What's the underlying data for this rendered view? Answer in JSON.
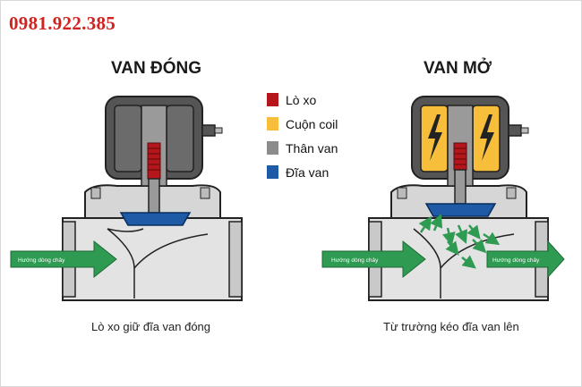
{
  "phone": "0981.922.385",
  "diagrams": {
    "closed": {
      "title": "VAN ĐÓNG",
      "caption": "Lò xo giữ đĩa van đóng",
      "flow_label": "Hướng dòng chảy"
    },
    "open": {
      "title": "VAN MỞ",
      "caption": "Từ trường kéo đĩa van lên",
      "flow_label_in": "Hướng dòng chảy",
      "flow_label_out": "Hướng dòng chảy"
    }
  },
  "legend": [
    {
      "label": "Lò xo",
      "color": "#b4161b"
    },
    {
      "label": "Cuộn coil",
      "color": "#f6be3b"
    },
    {
      "label": "Thân van",
      "color": "#8c8c8c"
    },
    {
      "label": "Đĩa van",
      "color": "#1f5aa6"
    }
  ],
  "colors": {
    "phone": "#d0231f",
    "flow_arrow": "#2f9a52",
    "body_gray": "#d9d9d9",
    "coil_dark": "#4d4d4d"
  },
  "icons": [
    "lightning-icon"
  ]
}
